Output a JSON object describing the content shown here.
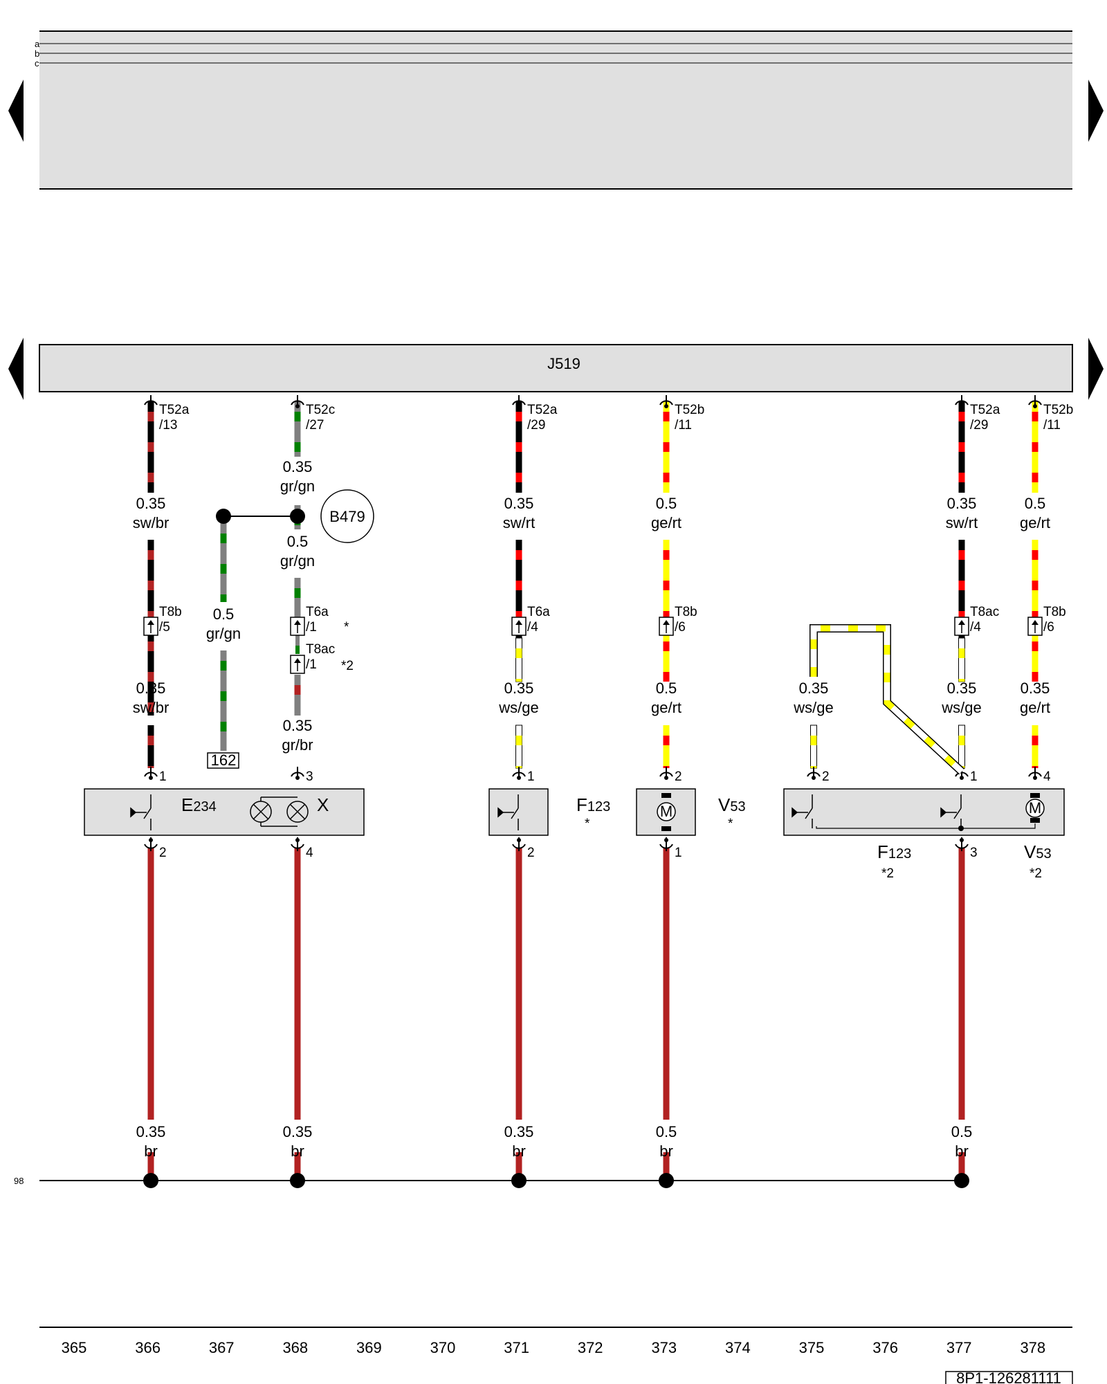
{
  "header": {
    "rows": [
      "a",
      "b",
      "c"
    ]
  },
  "control_unit": {
    "label": "J519"
  },
  "wires": [
    {
      "id": "w366",
      "conn_top": "T52a",
      "pin_top": "/13",
      "seg1_size": "0.35",
      "seg1_color": "sw/br",
      "conn_mid": "T8b",
      "pin_mid": "/5",
      "seg2_size": "0.35",
      "seg2_color": "sw/br",
      "pin_comp_top": "1",
      "pin_comp_bot": "2",
      "seg3_size": "0.35",
      "seg3_color": "br"
    },
    {
      "id": "w368",
      "conn_top": "T52c",
      "pin_top": "/27",
      "seg1_size": "0.35",
      "seg1_color": "gr/gn",
      "seg1b_size": "0.5",
      "seg1b_color": "gr/gn",
      "conn_mid": "T6a",
      "pin_mid": "/1",
      "mid_note": "*",
      "conn_mid2": "T8ac",
      "pin_mid2": "/1",
      "mid2_note": "*2",
      "seg2_size": "0.35",
      "seg2_color": "gr/br",
      "pin_comp_top": "3",
      "pin_comp_bot": "4",
      "seg3_size": "0.35",
      "seg3_color": "br"
    },
    {
      "id": "w367",
      "seg_size": "0.5",
      "seg_color": "gr/gn",
      "ref": "162"
    },
    {
      "id": "w371",
      "conn_top": "T52a",
      "pin_top": "/29",
      "seg1_size": "0.35",
      "seg1_color": "sw/rt",
      "conn_mid": "T6a",
      "pin_mid": "/4",
      "seg2_size": "0.35",
      "seg2_color": "ws/ge",
      "pin_comp_top": "1",
      "pin_comp_bot": "2",
      "seg3_size": "0.35",
      "seg3_color": "br"
    },
    {
      "id": "w373",
      "conn_top": "T52b",
      "pin_top": "/11",
      "seg1_size": "0.5",
      "seg1_color": "ge/rt",
      "conn_mid": "T8b",
      "pin_mid": "/6",
      "seg2_size": "0.5",
      "seg2_color": "ge/rt",
      "pin_comp_top": "2",
      "pin_comp_bot": "1",
      "seg3_size": "0.5",
      "seg3_color": "br"
    },
    {
      "id": "w375",
      "seg_size": "0.35",
      "seg_color": "ws/ge",
      "pin_comp_top": "2"
    },
    {
      "id": "w377",
      "conn_top": "T52a",
      "pin_top": "/29",
      "seg1_size": "0.35",
      "seg1_color": "sw/rt",
      "conn_mid": "T8ac",
      "pin_mid": "/4",
      "seg2_size": "0.35",
      "seg2_color": "ws/ge",
      "pin_comp_top": "1",
      "pin_comp_bot": "3",
      "seg3_size": "0.5",
      "seg3_color": "br"
    },
    {
      "id": "w378",
      "conn_top": "T52b",
      "pin_top": "/11",
      "seg1_size": "0.5",
      "seg1_color": "ge/rt",
      "conn_mid": "T8b",
      "pin_mid": "/6",
      "seg2_size": "0.35",
      "seg2_color": "ge/rt",
      "pin_comp_top": "4"
    }
  ],
  "components": {
    "e234": {
      "code": "E",
      "num": "234"
    },
    "x": {
      "code": "X"
    },
    "f123_a": {
      "code": "F",
      "num": "123",
      "note": "*"
    },
    "v53_a": {
      "code": "V",
      "num": "53",
      "note": "*"
    },
    "f123_b": {
      "code": "F",
      "num": "123",
      "note": "*2"
    },
    "v53_b": {
      "code": "V",
      "num": "53",
      "note": "*2"
    },
    "motor": "M"
  },
  "ground_point": {
    "label": "B479"
  },
  "ground_line": {
    "label": "98"
  },
  "columns": [
    "365",
    "366",
    "367",
    "368",
    "369",
    "370",
    "371",
    "372",
    "373",
    "374",
    "375",
    "376",
    "377",
    "378"
  ],
  "doc_id": "8P1-126281111",
  "colors": {
    "sw": "#000000",
    "br": "#b22222",
    "gr": "#808080",
    "gn": "#008000",
    "rt": "#ff0000",
    "ge": "#ffff00",
    "ws": "#ffffff",
    "panel": "#e0e0e0"
  }
}
